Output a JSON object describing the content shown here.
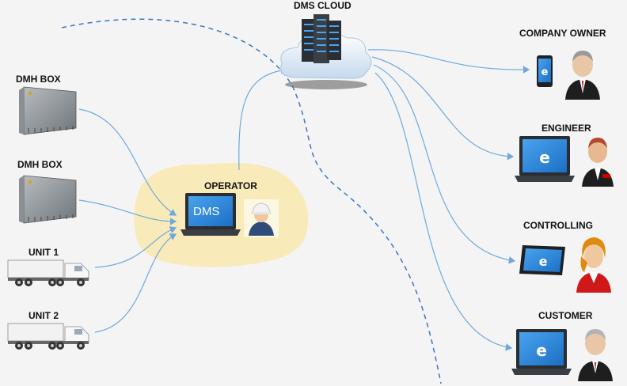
{
  "cloud": {
    "label": "DMS CLOUD"
  },
  "sources": [
    {
      "label": "DMH BOX",
      "kind": "box"
    },
    {
      "label": "DMH BOX",
      "kind": "box"
    },
    {
      "label": "UNIT 1",
      "kind": "truck"
    },
    {
      "label": "UNIT 2",
      "kind": "truck"
    }
  ],
  "operator": {
    "label": "OPERATOR",
    "screen_text": "DMS"
  },
  "recipients": [
    {
      "label": "COMPANY OWNER",
      "device": "phone"
    },
    {
      "label": "ENGINEER",
      "device": "laptop"
    },
    {
      "label": "CONTROLLING",
      "device": "tablet"
    },
    {
      "label": "CUSTOMER",
      "device": "laptop"
    }
  ],
  "icons": {
    "browser": "edge-e-icon",
    "server": "server-rack-icon",
    "person": "user-avatar-icon",
    "worker": "hard-hat-worker-icon"
  },
  "colors": {
    "arrow": "#6fa8dc",
    "dashed": "#3a78c0",
    "operator_zone": "#f8e9b2",
    "screen": "#2f8be0",
    "cloud": "#dfeaf6"
  }
}
